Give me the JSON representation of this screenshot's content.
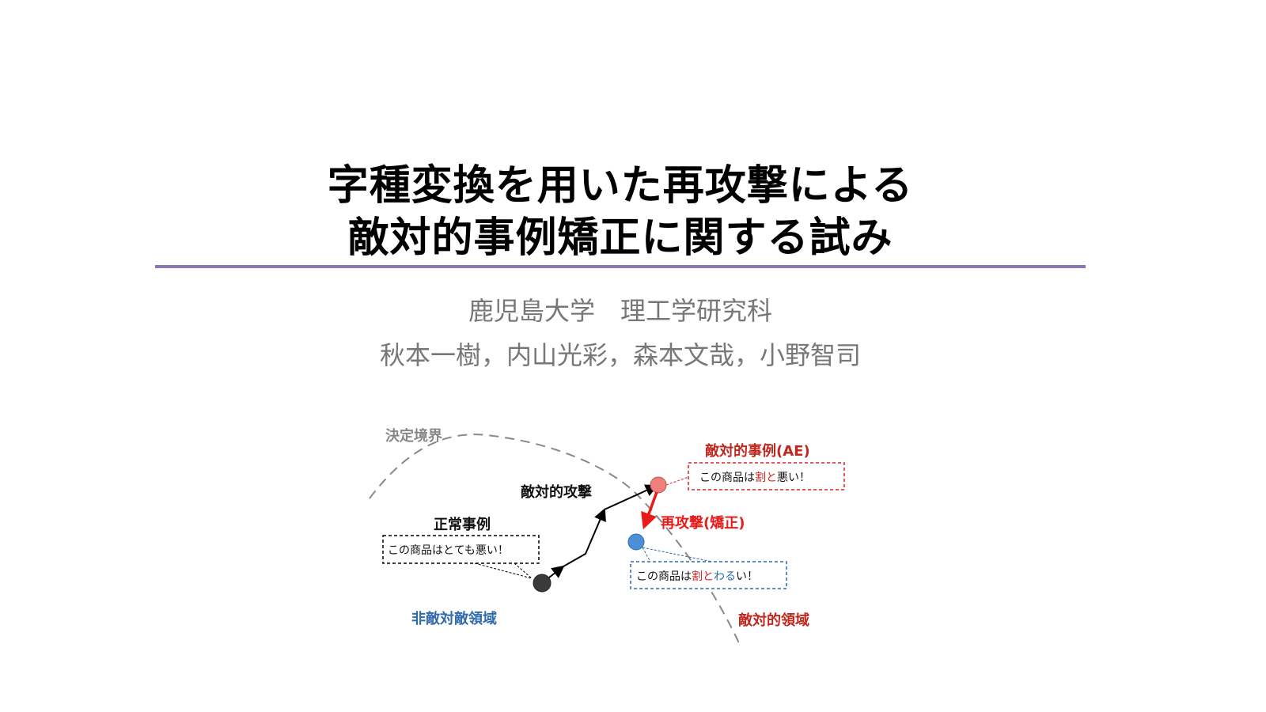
{
  "title": {
    "line1": "字種変換を用いた再攻撃による",
    "line2": "敵対的事例矯正に関する試み"
  },
  "affiliation": "鹿児島大学　理工学研究科",
  "authors": "秋本一樹，内山光彩，森本文哉，小野智司",
  "diagram": {
    "decision_boundary": "決定境界",
    "adversarial_attack": "敵対的攻撃",
    "normal_example": "正常事例",
    "normal_text": "この商品はとても悪い！",
    "ae_label": "敵対的事例(AE)",
    "ae_text": {
      "a": "この商品は",
      "b": "割と",
      "c": "悪い！"
    },
    "reattack": "再攻撃(矯正)",
    "corrected_text": {
      "a": "この商品は",
      "b": "割と",
      "c": "わる",
      "d": "い！"
    },
    "non_adversarial_region": "非敵対敵領域",
    "adversarial_region": "敵対的領域"
  },
  "colors": {
    "accent_line": "#8a76b3",
    "red": "#e02020",
    "blue": "#2e6aad"
  }
}
